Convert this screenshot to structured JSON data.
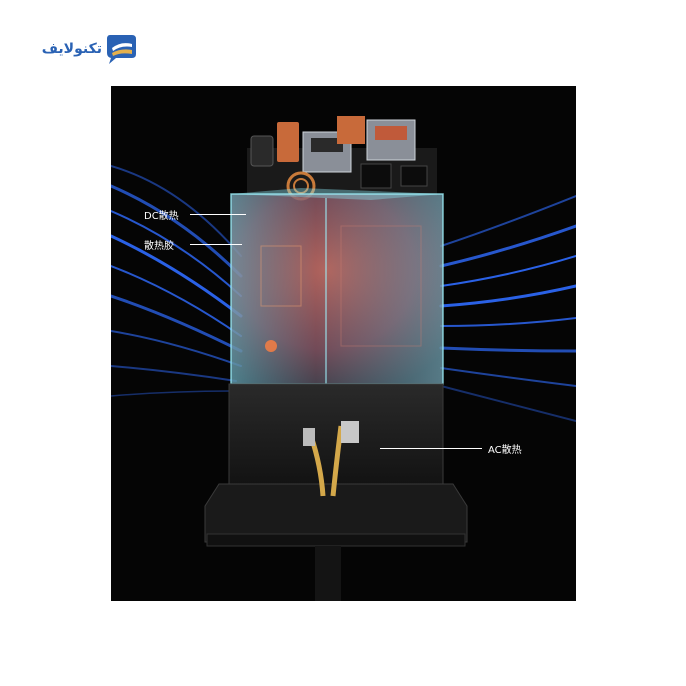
{
  "brand": {
    "name": "تکنولایف",
    "icon": "chat-bubble-logo-icon",
    "colors": {
      "blue": "#2a62b4",
      "gold": "#e4b04c"
    }
  },
  "photo": {
    "background": "#050505",
    "airflow_color": "#2f6cff",
    "heat_color": "#e04a3a"
  },
  "labels": {
    "dc": "DC散热",
    "gel": "散热胶",
    "ac": "AC散热"
  }
}
